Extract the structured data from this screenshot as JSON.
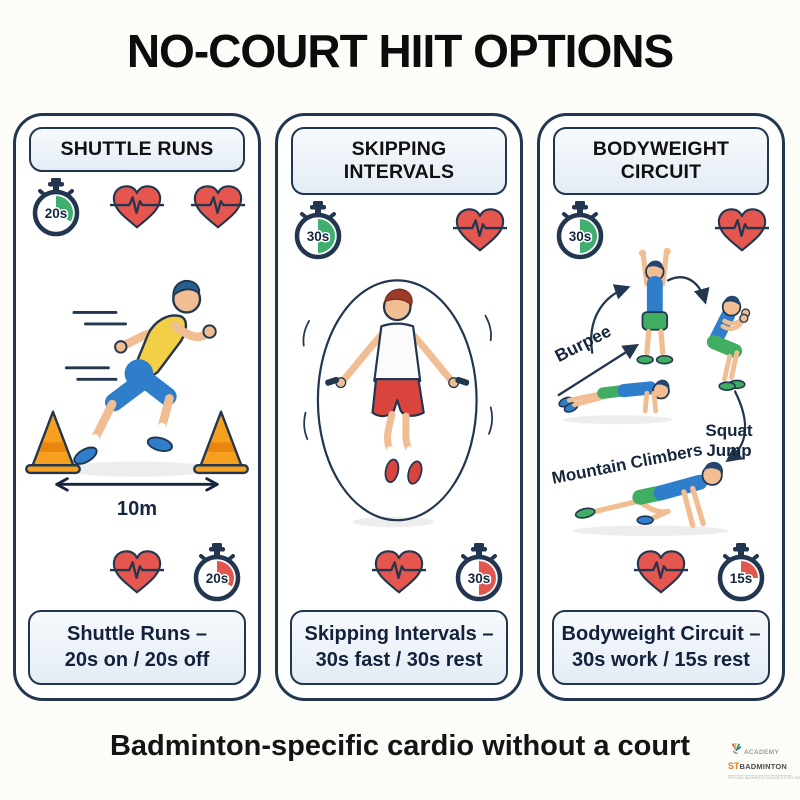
{
  "title": "NO-COURT HIIT OPTIONS",
  "panels": [
    {
      "header": "SHUTTLE RUNS",
      "top_timer": "20s",
      "bottom_timer": "20s",
      "distance_label": "10m",
      "caption_line1": "Shuttle Runs –",
      "caption_line2": "20s on / 20s off"
    },
    {
      "header": "SKIPPING INTERVALS",
      "top_timer": "30s",
      "bottom_timer": "30s",
      "caption_line1": "Skipping Intervals –",
      "caption_line2": "30s fast / 30s rest"
    },
    {
      "header": "BODYWEIGHT CIRCUIT",
      "top_timer": "30s",
      "bottom_timer": "15s",
      "labels": {
        "burpee": "Burpee",
        "squat_jump": "Squat\nJump",
        "mountain_climbers": "Mountain Climbers"
      },
      "caption_line1": "Bodyweight Circuit –",
      "caption_line2": "30s work / 15s rest"
    }
  ],
  "footer": {
    "caption": "Badminton-specific cardio without a court"
  },
  "logo": {
    "academy": "ACADEMY",
    "brand_prefix": "ST",
    "brand": "BADMINTON",
    "tagline": "PROVIDE BADMINTON CLASSES FOR KIDS"
  },
  "icons": {
    "timer": "stopwatch-icon",
    "heart_rate": "heart-ekg-icon"
  },
  "colors": {
    "outline_navy": "#22364f",
    "pill_bg": "#e9f0f7",
    "timer_green": "#3fae6e",
    "timer_red": "#e2574d",
    "heart_red": "#e4564e",
    "runner_shirt_yellow": "#f2cf45",
    "shorts_blue": "#2f7ecb",
    "skipper_shorts_red": "#d9453c",
    "circuit_shorts_green": "#3fae62",
    "cone_orange": "#f6a01f",
    "skin": "#f1bd92"
  }
}
